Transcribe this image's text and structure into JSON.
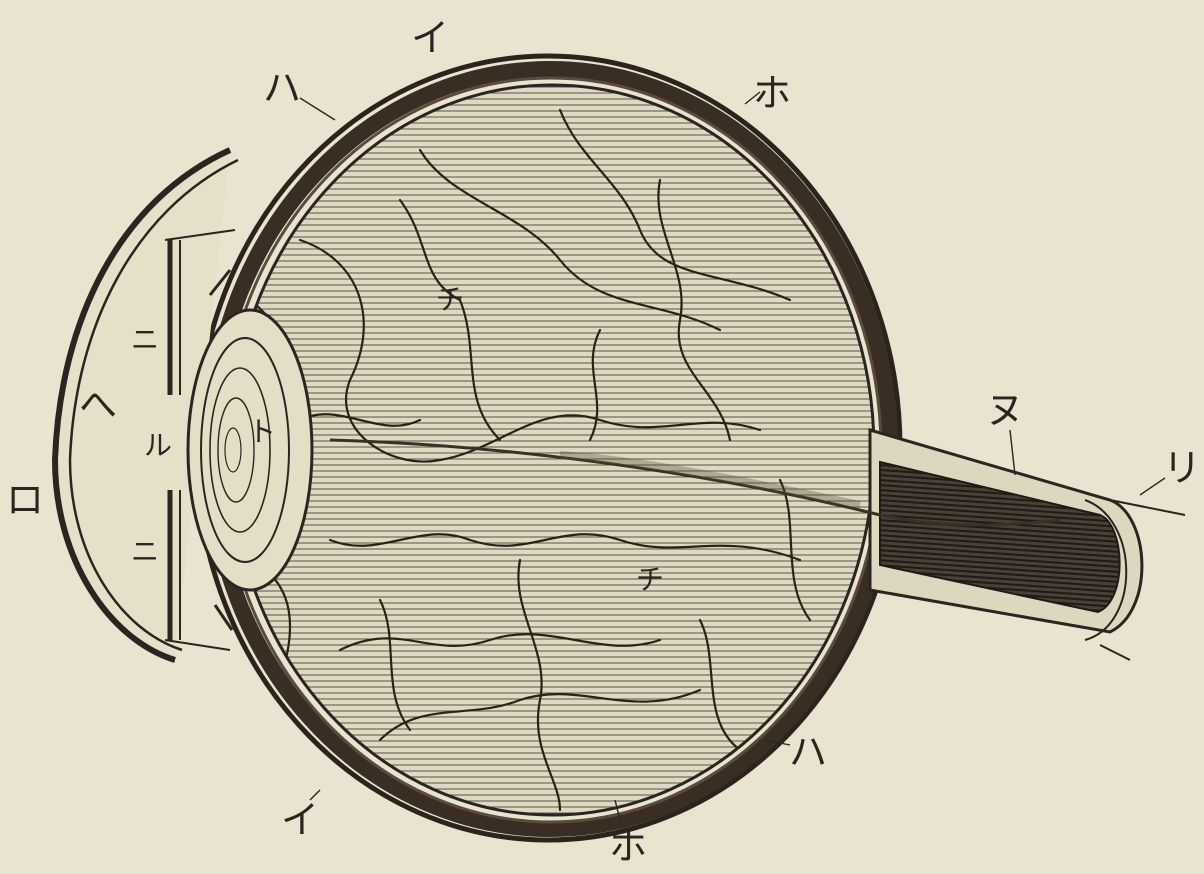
{
  "diagram": {
    "labels": [
      {
        "id": "i_top",
        "text": "イ"
      },
      {
        "id": "ha_top",
        "text": "ハ"
      },
      {
        "id": "ho_top",
        "text": "ホ"
      },
      {
        "id": "ni_upper",
        "text": "ニ"
      },
      {
        "id": "he",
        "text": "へ"
      },
      {
        "id": "ro",
        "text": "ロ"
      },
      {
        "id": "ru",
        "text": "ル"
      },
      {
        "id": "ni_lower",
        "text": "ニ"
      },
      {
        "id": "to",
        "text": "ト"
      },
      {
        "id": "chi_upper",
        "text": "チ"
      },
      {
        "id": "chi_lower",
        "text": "チ"
      },
      {
        "id": "nu",
        "text": "ヌ"
      },
      {
        "id": "ri",
        "text": "リ"
      },
      {
        "id": "ha_bottom",
        "text": "ハ"
      },
      {
        "id": "i_bottom",
        "text": "イ"
      },
      {
        "id": "ho_bottom",
        "text": "ホ"
      }
    ]
  },
  "colors": {
    "paper": "#e9e4cf",
    "ink": "#2a2520",
    "sclera": "#3a2e24",
    "vitreous_fill": "#dcd6bf"
  }
}
